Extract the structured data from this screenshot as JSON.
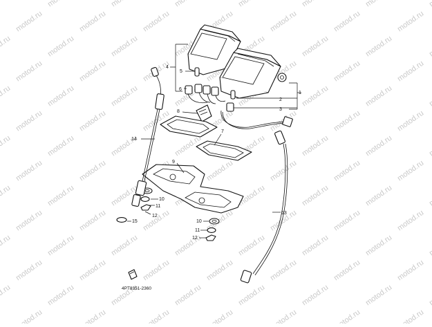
{
  "diagram": {
    "drawing_code": "4PT8351-2360",
    "watermark_text": "motod.ru",
    "callouts": [
      "1",
      "2",
      "3",
      "4",
      "5",
      "6",
      "7",
      "8",
      "9",
      "10",
      "11",
      "12",
      "13",
      "14",
      "15",
      "10",
      "11",
      "12"
    ]
  }
}
